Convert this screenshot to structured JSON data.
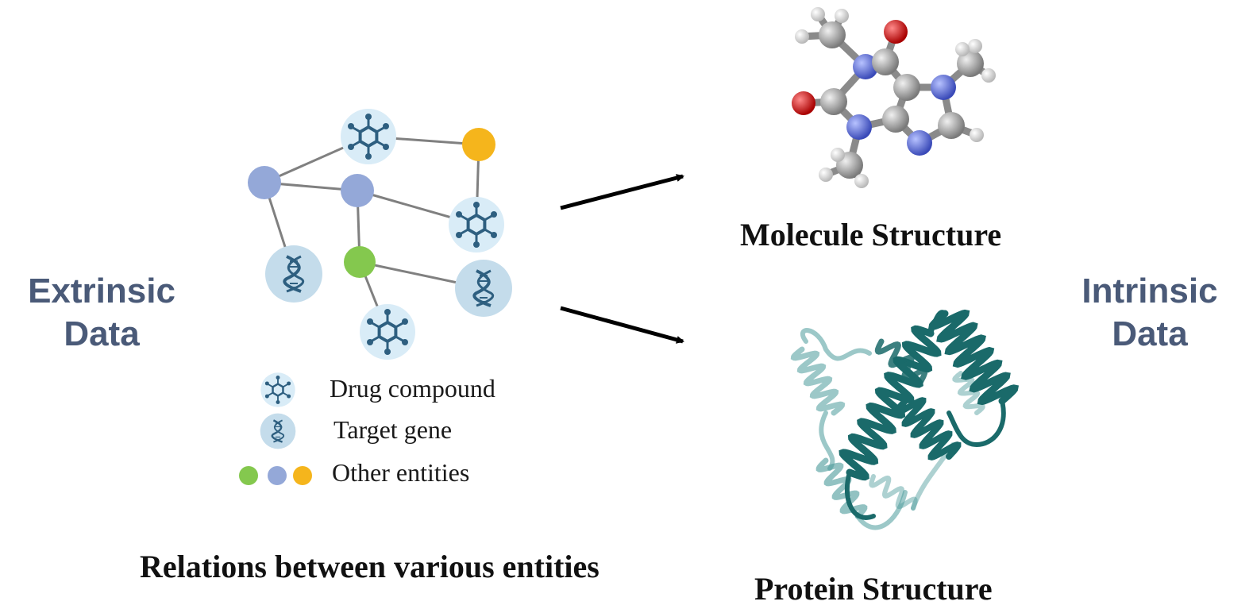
{
  "labels": {
    "extrinsic_line1": "Extrinsic",
    "extrinsic_line2": "Data",
    "intrinsic_line1": "Intrinsic",
    "intrinsic_line2": "Data"
  },
  "captions": {
    "relations": "Relations between various entities",
    "molecule": "Molecule Structure",
    "protein": "Protein Structure"
  },
  "legend": {
    "drug": "Drug compound",
    "gene": "Target gene",
    "other": "Other entities"
  },
  "colors": {
    "label_text": "#4a5a78",
    "node_blue": "#94a8d8",
    "node_green": "#84c84e",
    "node_orange": "#f5b51c",
    "node_pale": "#d9ecf7",
    "icon_dark": "#2e5f80",
    "edge": "#808080",
    "protein": "#1a6a6a",
    "atom_carbon": "#a0a0a0",
    "atom_nitrogen": "#5e6ee0",
    "atom_oxygen": "#e02020",
    "atom_hydrogen": "#f2f2f2"
  }
}
